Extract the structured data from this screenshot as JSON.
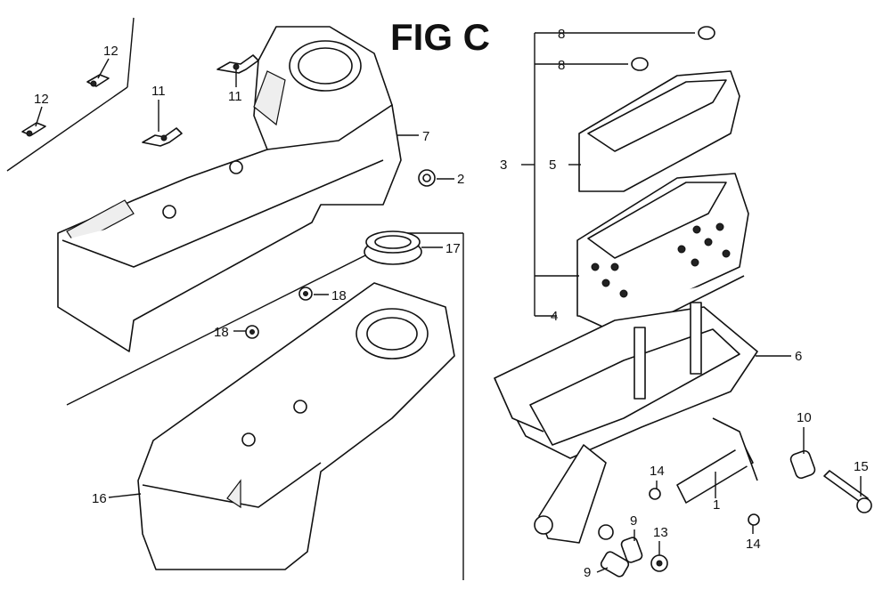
{
  "figure": {
    "title": "FIG C"
  },
  "callouts": {
    "c1": "1",
    "c2": "2",
    "c3": "3",
    "c4": "4",
    "c5": "5",
    "c6": "6",
    "c7": "7",
    "c8a": "8",
    "c8b": "8",
    "c9a": "9",
    "c9b": "9",
    "c10": "10",
    "c11a": "11",
    "c11b": "11",
    "c12a": "12",
    "c12b": "12",
    "c13": "13",
    "c14a": "14",
    "c14b": "14",
    "c15": "15",
    "c16": "16",
    "c17": "17",
    "c18a": "18",
    "c18b": "18"
  }
}
